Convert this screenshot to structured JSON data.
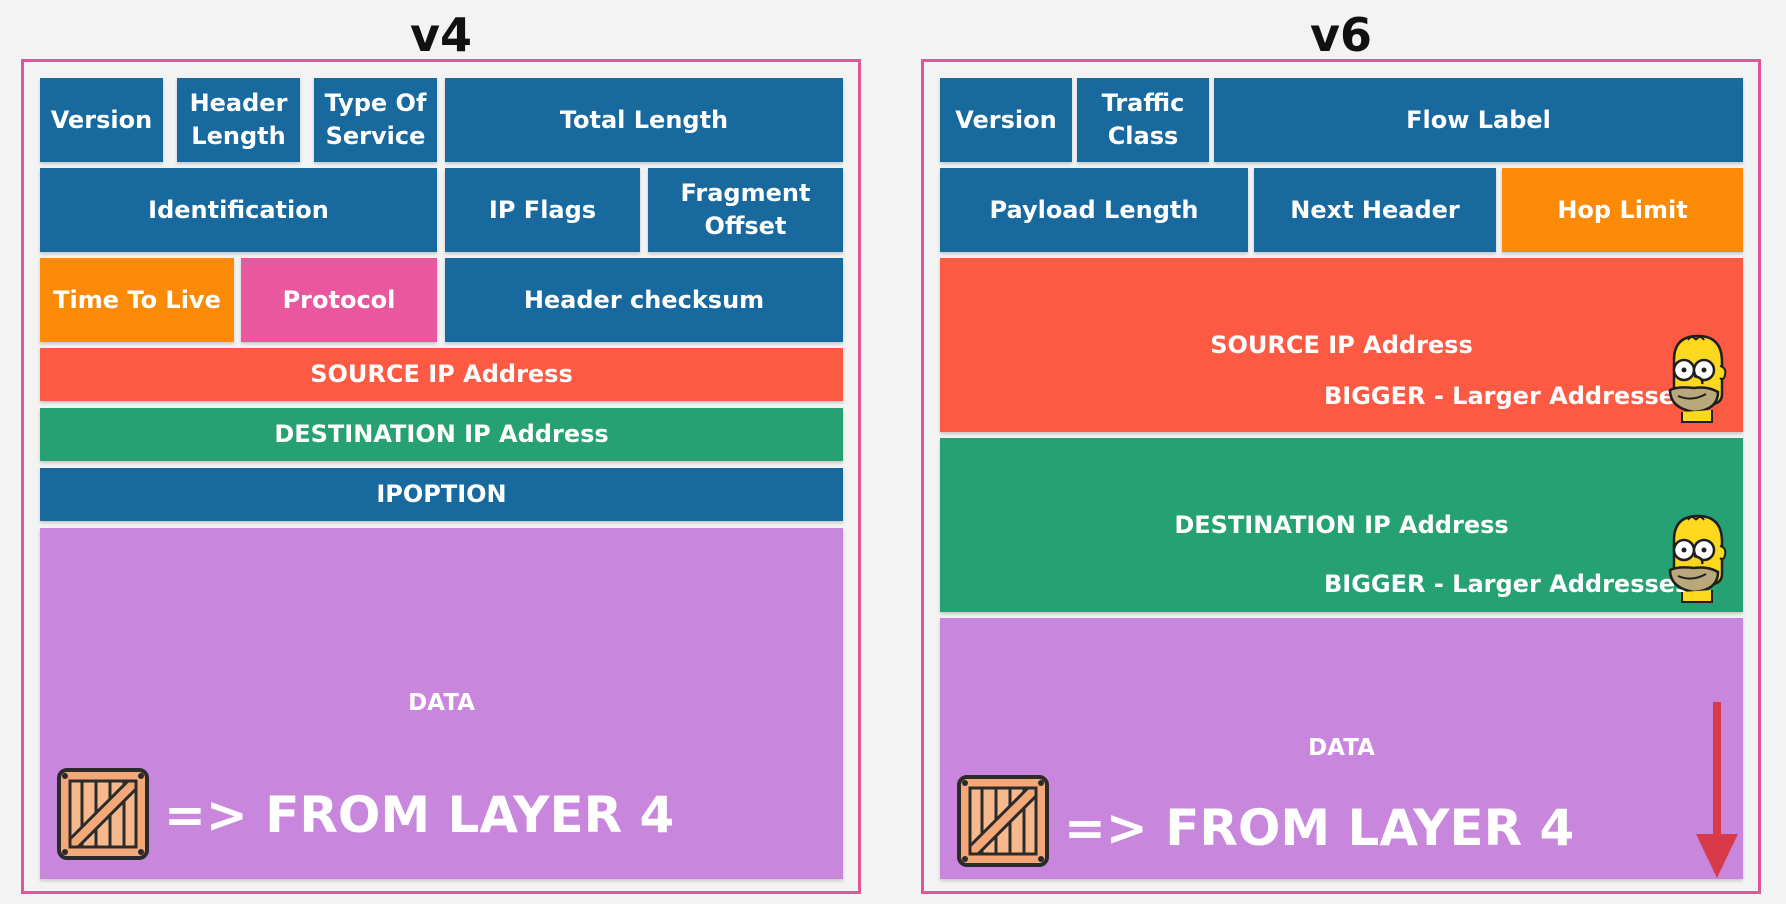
{
  "v4": {
    "title": "v4",
    "version": "Version",
    "header_length": "Header\nLength",
    "type_of_service": "Type Of\nService",
    "total_length": "Total Length",
    "identification": "Identification",
    "ip_flags": "IP Flags",
    "fragment_offset": "Fragment\nOffset",
    "time_to_live": "Time To Live",
    "protocol": "Protocol",
    "header_checksum": "Header checksum",
    "source": "SOURCE IP Address",
    "destination": "DESTINATION IP Address",
    "ipoption": "IPOPTION",
    "data": "DATA",
    "from_layer": "=> FROM LAYER 4"
  },
  "v6": {
    "title": "v6",
    "version": "Version",
    "traffic_class": "Traffic\nClass",
    "flow_label": "Flow Label",
    "payload_length": "Payload Length",
    "next_header": "Next Header",
    "hop_limit": "Hop Limit",
    "source": "SOURCE IP Address",
    "source_note": "BIGGER - Larger Addresses",
    "destination": "DESTINATION IP Address",
    "destination_note": "BIGGER - Larger Addresses",
    "data": "DATA",
    "from_layer": "=> FROM LAYER 4"
  },
  "colors": {
    "blue": "#17699e",
    "orange": "#fb8a06",
    "pink": "#e9579f",
    "red": "#fd5a44",
    "green": "#25a174",
    "purple": "#c887dc",
    "frame": "#e4549a",
    "arrow": "#d93a4a"
  },
  "icons": [
    "wooden-crate-icon",
    "homer-simpson-icon",
    "down-arrow-icon"
  ]
}
